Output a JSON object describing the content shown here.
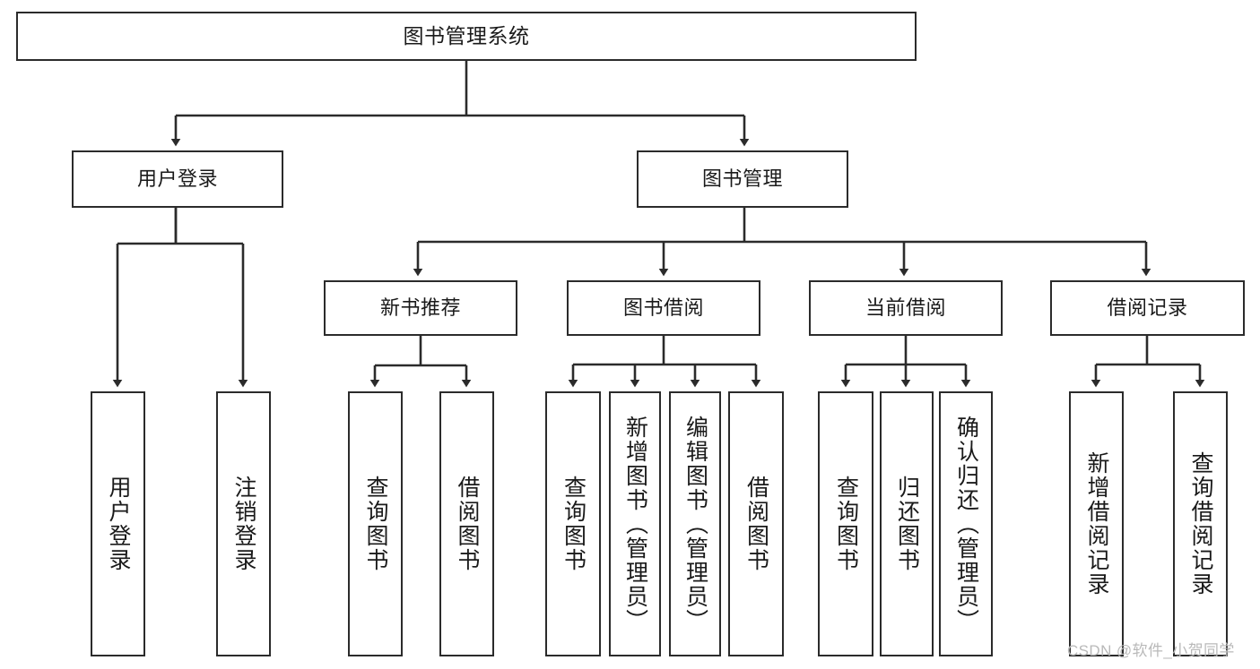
{
  "diagram": {
    "title": "图书管理系统",
    "type": "hierarchy-tree",
    "root": {
      "label": "图书管理系统"
    },
    "level2": [
      {
        "label": "用户登录"
      },
      {
        "label": "图书管理"
      }
    ],
    "level3": [
      {
        "label": "新书推荐"
      },
      {
        "label": "图书借阅"
      },
      {
        "label": "当前借阅"
      },
      {
        "label": "借阅记录"
      }
    ],
    "leaves": {
      "user_login": [
        {
          "label": "用户登录"
        },
        {
          "label": "注销登录"
        }
      ],
      "new_book_recommend": [
        {
          "label": "查询图书"
        },
        {
          "label": "借阅图书"
        }
      ],
      "book_borrow": [
        {
          "label": "查询图书"
        },
        {
          "label": "新增图书（管理员）"
        },
        {
          "label": "编辑图书（管理员）"
        },
        {
          "label": "借阅图书"
        }
      ],
      "current_borrow": [
        {
          "label": "查询图书"
        },
        {
          "label": "归还图书"
        },
        {
          "label": "确认归还（管理员）"
        }
      ],
      "borrow_record": [
        {
          "label": "新增借阅记录"
        },
        {
          "label": "查询借阅记录"
        }
      ]
    }
  },
  "watermark": {
    "text": "CSDN @软件_小贺同学"
  },
  "colors": {
    "border": "#2b2b2b",
    "background": "#ffffff",
    "text": "#1a1a1a",
    "watermark": "#b9b9b9"
  }
}
